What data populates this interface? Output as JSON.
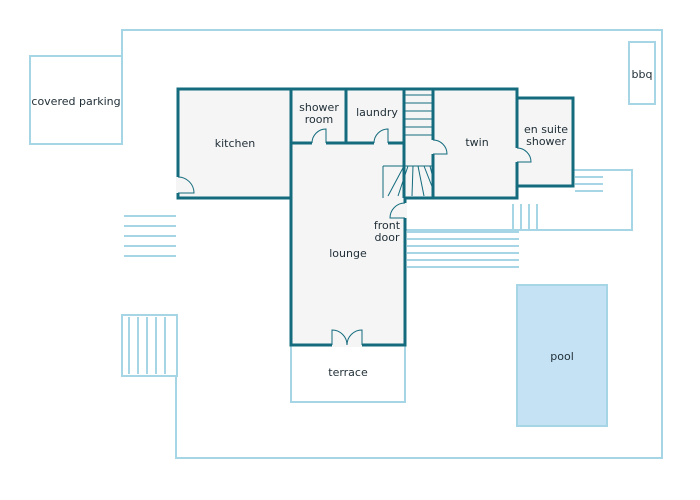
{
  "rooms": {
    "covered_parking": "covered parking",
    "bbq": "bbq",
    "kitchen": "kitchen",
    "shower_room_1": "shower",
    "shower_room_2": "room",
    "laundry": "laundry",
    "twin": "twin",
    "en_suite_1": "en suite",
    "en_suite_2": "shower",
    "front_door_1": "front",
    "front_door_2": "door",
    "lounge": "lounge",
    "terrace": "terrace",
    "pool": "pool"
  },
  "colors": {
    "wall": "#136b7d",
    "outline": "#a6d6e6",
    "floor": "#f5f5f5",
    "pool": "#c4e2f4",
    "text": "#1f2d36"
  }
}
